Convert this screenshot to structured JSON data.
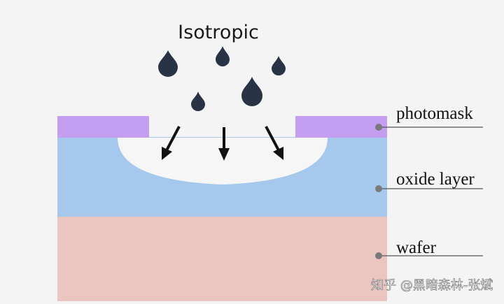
{
  "diagram": {
    "title": "Isotropic",
    "layers": [
      {
        "id": "photomask",
        "label": "photomask",
        "color": "#c49ef0"
      },
      {
        "id": "oxide",
        "label": "oxide layer",
        "color": "#a6c8ec"
      },
      {
        "id": "wafer",
        "label": "wafer",
        "color": "#ebc6c0"
      }
    ],
    "cavity_color": "#f6f6f6",
    "droplet_color": "#283446",
    "arrow_color": "#111111",
    "marker_color": "#7a7a7a"
  },
  "watermark": {
    "text": "知乎 @黑暗森林-张斌"
  }
}
